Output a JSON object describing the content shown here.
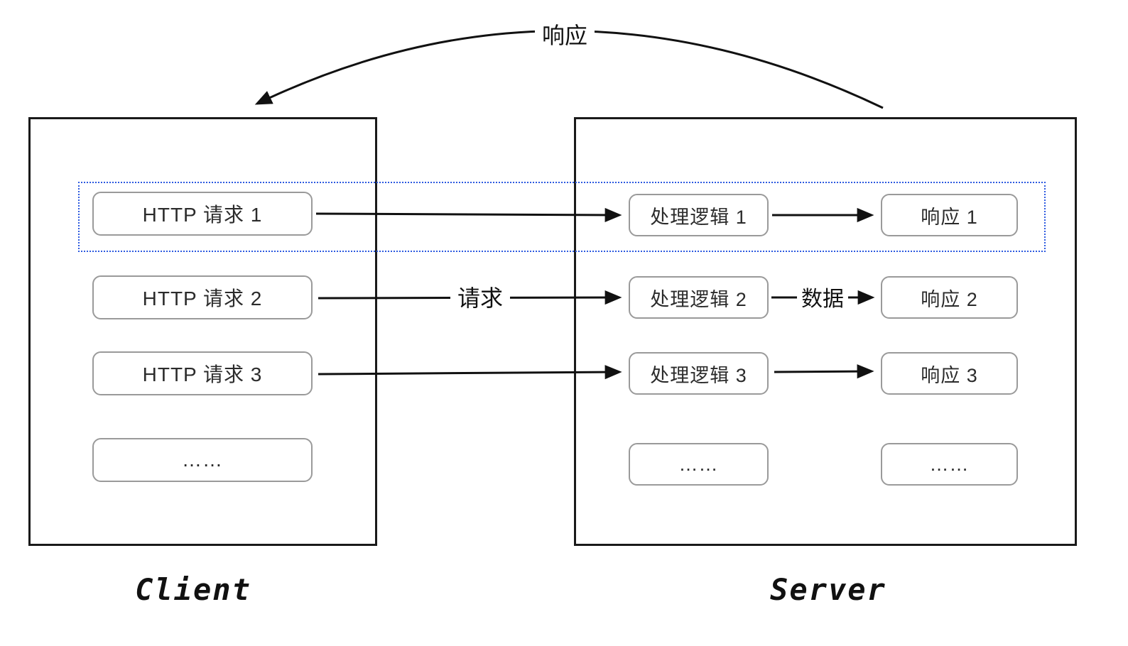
{
  "diagram": {
    "top_arrow_label": "响应",
    "request_label": "请求",
    "data_label": "数据",
    "client": {
      "title": "Client",
      "items": [
        "HTTP 请求 1",
        "HTTP 请求 2",
        "HTTP 请求 3",
        "……"
      ]
    },
    "server": {
      "title": "Server",
      "logic": [
        "处理逻辑 1",
        "处理逻辑 2",
        "处理逻辑 3",
        "……"
      ],
      "responses": [
        "响应 1",
        "响应 2",
        "响应 3",
        "……"
      ]
    },
    "colors": {
      "highlight_border": "#2d5ae0",
      "node_border": "#9a9a9a",
      "frame_border": "#1a1a1a",
      "arrow": "#111111"
    }
  }
}
